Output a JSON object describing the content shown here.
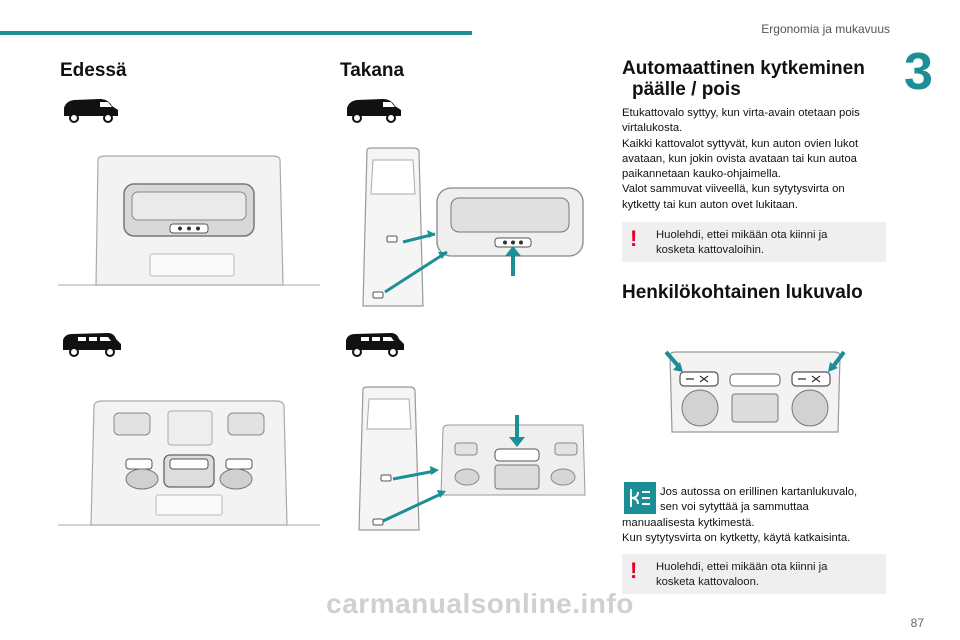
{
  "header": {
    "chapter_title": "Ergonomia ja mukavuus",
    "chapter_number": "3"
  },
  "col1": {
    "title": "Edessä"
  },
  "col2": {
    "title": "Takana"
  },
  "col3": {
    "auto_title_line1": "Automaattinen kytkeminen",
    "auto_title_line2": "päälle / pois",
    "auto_paragraphs": [
      "Etukattovalo syttyy, kun virta-avain otetaan pois",
      "virtalukosta.",
      "Kaikki kattovalot syttyvät, kun auton ovien lukot",
      "avataan, kun jokin ovista avataan tai kun autoa",
      "paikannetaan kauko-ohjaimella.",
      "Valot sammuvat viiveellä, kun sytytysvirta on",
      "kytketty tai kun auton ovet lukitaan."
    ],
    "note1_line1": "Huolehdi, ettei mikään ota kiinni ja",
    "note1_line2": "kosketa kattovaloihin.",
    "reading_title": "Henkilökohtainen lukuvalo",
    "info_line1": "Jos autossa on erillinen kartanlukuvalo,",
    "info_line2": "sen voi sytyttää ja sammuttaa",
    "info_line3": "manuaalisesta kytkimestä.",
    "info_line4": "Kun sytytysvirta on kytketty, käytä katkaisinta.",
    "note2_line1": "Huolehdi, ettei mikään ota kiinni ja",
    "note2_line2": "kosketa kattovaloon."
  },
  "footer": {
    "page_number": "87",
    "watermark": "carmanualsonline.info"
  },
  "colors": {
    "accent": "#1c8f96",
    "warning": "#e4002b",
    "note_bg": "#efefef"
  },
  "icons": [
    "van-icon",
    "minibus-icon",
    "warning-icon",
    "info-icon"
  ]
}
